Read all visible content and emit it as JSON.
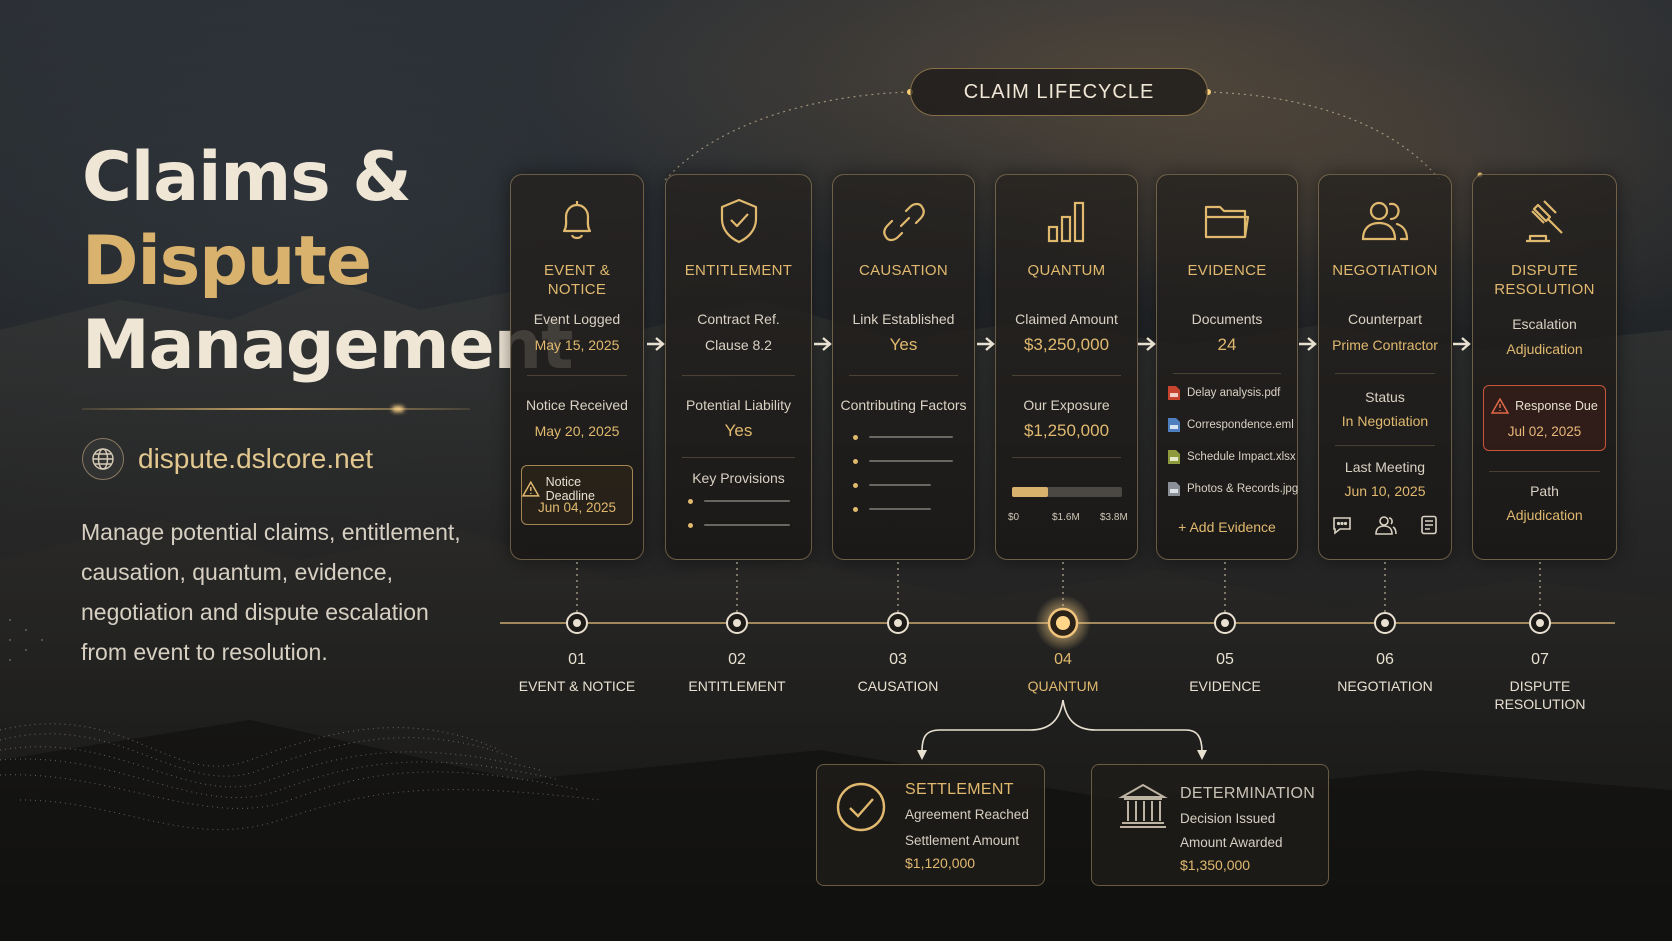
{
  "hero": {
    "title_line1": "Claims &",
    "title_line2": "Dispute",
    "title_line3": "Management",
    "url": "dispute.dslcore.net",
    "description": "Manage potential claims, entitlement, causation, quantum, evidence, negotiation and dispute escalation from event to resolution."
  },
  "lifecycle": {
    "badge": "CLAIM LIFECYCLE"
  },
  "colors": {
    "accent": "#e0b96f",
    "alert": "#c8553a",
    "text": "#e8e0d0"
  },
  "stages": {
    "event": {
      "icon": "bell-icon",
      "title": "EVENT & NOTICE",
      "label1": "Event Logged",
      "value1": "May 15, 2025",
      "label2": "Notice Received",
      "value2": "May 20, 2025",
      "alert_label": "Notice Deadline",
      "alert_date": "Jun 04, 2025"
    },
    "entitlement": {
      "icon": "shield-check-icon",
      "title": "ENTITLEMENT",
      "label1": "Contract Ref.",
      "value1": "Clause 8.2",
      "label2": "Potential Liability",
      "value2": "Yes",
      "label3": "Key Provisions"
    },
    "causation": {
      "icon": "link-icon",
      "title": "CAUSATION",
      "label1": "Link Established",
      "value1": "Yes",
      "label2": "Contributing Factors"
    },
    "quantum": {
      "icon": "bar-chart-icon",
      "title": "QUANTUM",
      "label1": "Claimed Amount",
      "value1": "$3,250,000",
      "label2": "Our Exposure",
      "value2": "$1,250,000",
      "scale": [
        "$0",
        "$1.6M",
        "$3.8M"
      ],
      "exposure_fraction": 0.33
    },
    "evidence": {
      "icon": "folder-icon",
      "title": "EVIDENCE",
      "label1": "Documents",
      "value1": "24",
      "docs": [
        "Delay analysis.pdf",
        "Correspondence.eml",
        "Schedule Impact.xlsx",
        "Photos & Records.jpg"
      ],
      "add_label": "+ Add Evidence"
    },
    "negotiation": {
      "icon": "users-icon",
      "title": "NEGOTIATION",
      "label1": "Counterpart",
      "value1": "Prime Contractor",
      "label2": "Status",
      "value2": "In Negotiation",
      "label3": "Last Meeting",
      "value3": "Jun 10, 2025"
    },
    "dispute": {
      "icon": "gavel-icon",
      "title": "DISPUTE RESOLUTION",
      "label1": "Escalation",
      "value1": "Adjudication",
      "alert_label": "Response Due",
      "alert_date": "Jul 02, 2025",
      "label2": "Path",
      "value2": "Adjudication"
    }
  },
  "timeline": [
    {
      "num": "01",
      "label": "EVENT & NOTICE"
    },
    {
      "num": "02",
      "label": "ENTITLEMENT"
    },
    {
      "num": "03",
      "label": "CAUSATION"
    },
    {
      "num": "04",
      "label": "QUANTUM"
    },
    {
      "num": "05",
      "label": "EVIDENCE"
    },
    {
      "num": "06",
      "label": "NEGOTIATION"
    },
    {
      "num": "07",
      "label": "DISPUTE RESOLUTION"
    }
  ],
  "outcomes": {
    "settlement": {
      "title": "SETTLEMENT",
      "line1": "Agreement Reached",
      "line2": "Settlement Amount",
      "value": "$1,120,000"
    },
    "determination": {
      "title": "DETERMINATION",
      "line1": "Decision Issued",
      "line2": "Amount Awarded",
      "value": "$1,350,000"
    }
  }
}
